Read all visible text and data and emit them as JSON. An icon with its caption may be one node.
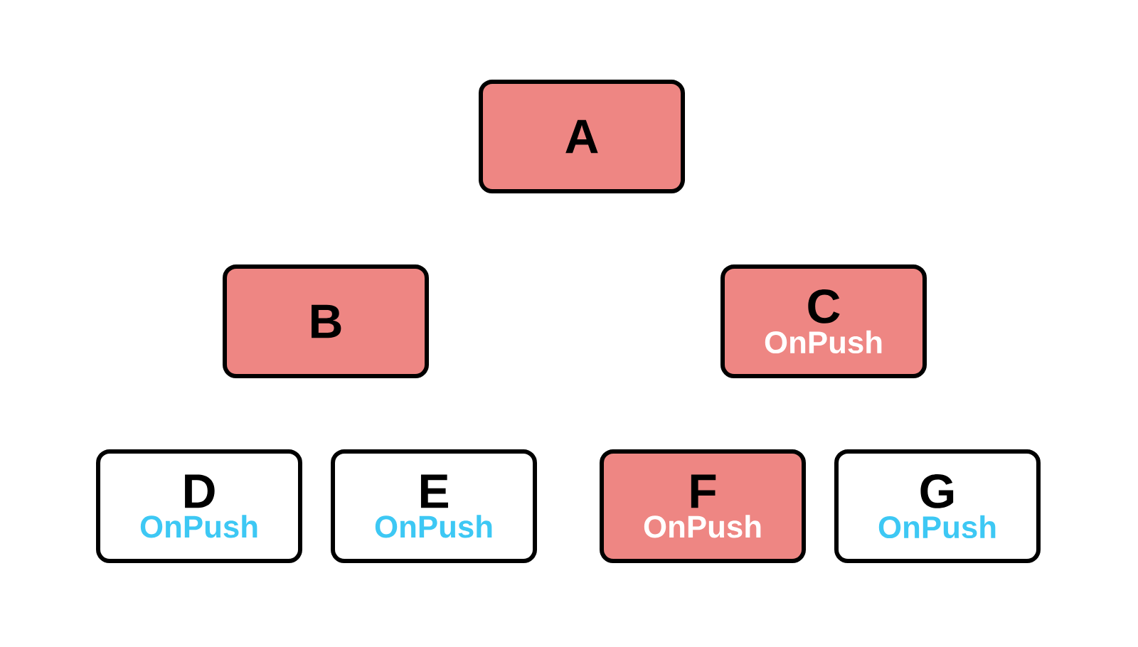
{
  "diagram": {
    "nodes": [
      {
        "text": [
          "A"
        ]
      },
      {
        "text": [
          "B"
        ]
      },
      {
        "text": [
          "C",
          "OnPush"
        ]
      },
      {
        "text": [
          "D",
          "OnPush"
        ]
      },
      {
        "text": [
          "E",
          "OnPush"
        ]
      },
      {
        "text": [
          "F",
          "OnPush"
        ]
      },
      {
        "text": [
          "G",
          "OnPush"
        ]
      }
    ]
  }
}
